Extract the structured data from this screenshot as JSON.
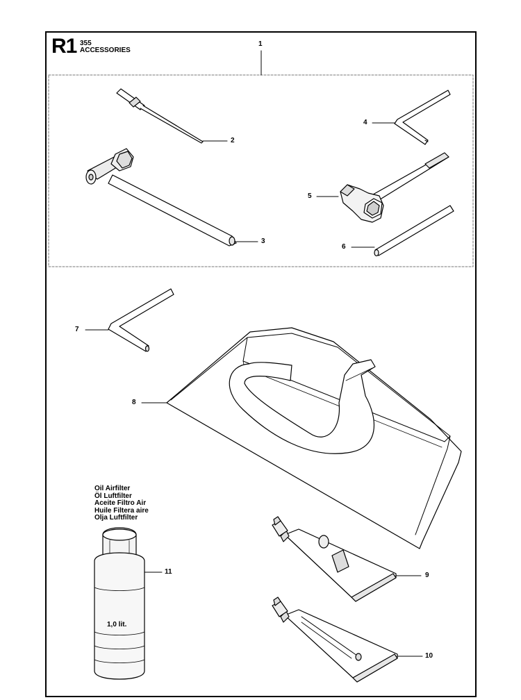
{
  "header": {
    "code": "R1",
    "model": "355",
    "title": "ACCESSORIES"
  },
  "oil_label": {
    "lines": [
      "Oil Airfilter",
      "Öl Luftfilter",
      "Aceite Filtro Air",
      "Huile Filtera aire",
      "Olja Luftfilter"
    ],
    "volume": "1,0 lit."
  },
  "callouts": [
    "1",
    "2",
    "3",
    "4",
    "5",
    "6",
    "7",
    "8",
    "9",
    "10",
    "11"
  ]
}
